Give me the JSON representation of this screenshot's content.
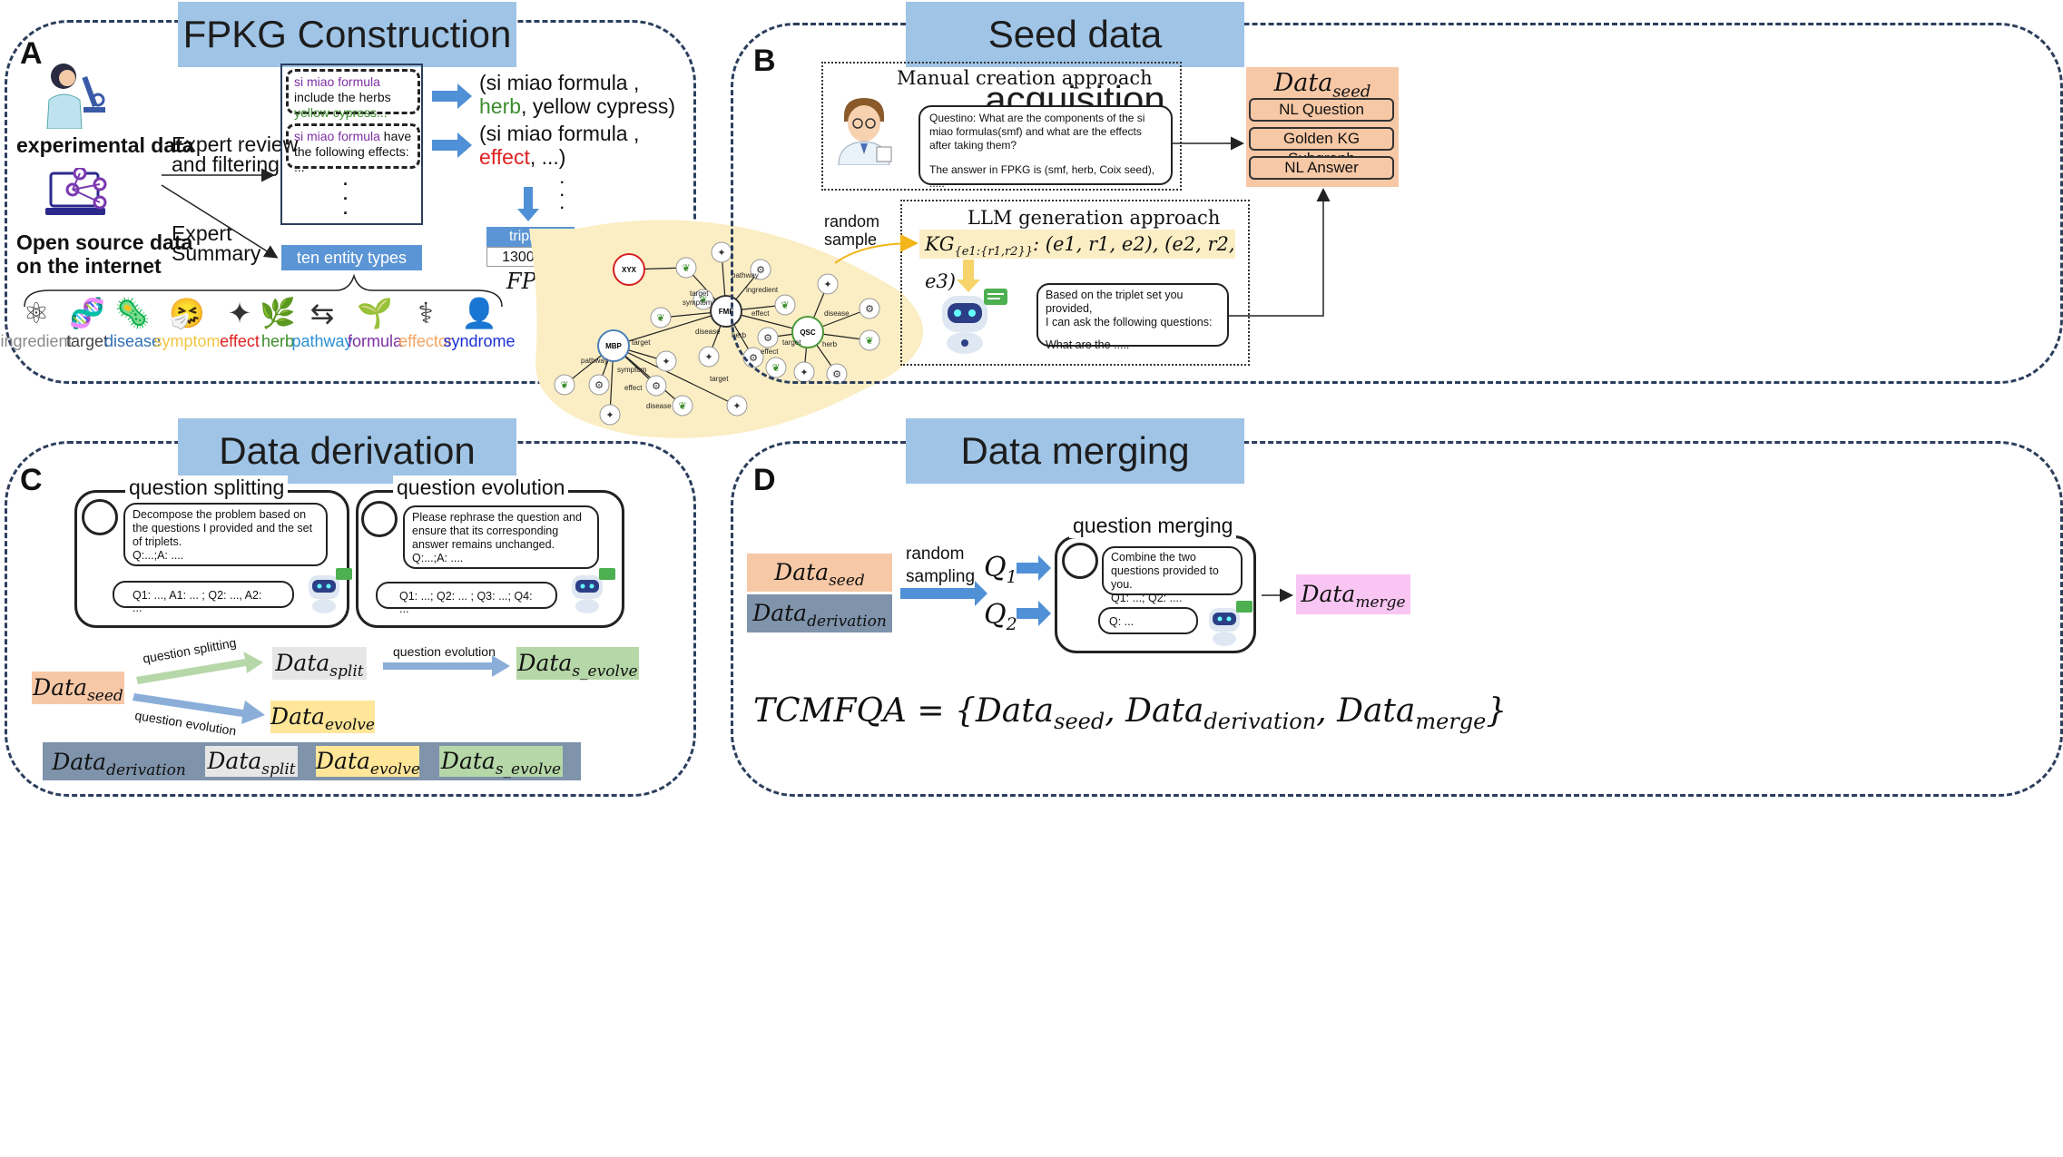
{
  "headers": {
    "a": "FPKG Construction",
    "b": "Seed data acquisition",
    "c": "Data derivation",
    "d": "Data merging"
  },
  "letters": {
    "a": "A",
    "b": "B",
    "c": "C",
    "d": "D"
  },
  "panelA": {
    "experimental_data": "experimental data",
    "open_source_line1": "Open source data",
    "open_source_line2": "on the internet",
    "expert_review_line1": "Expert review",
    "expert_review_line2": "and filtering",
    "expert_summary_line1": "Expert",
    "expert_summary_line2": "Summary",
    "box1_part1": "si miao formula",
    "box1_part2": " include the herbs ",
    "box1_part3": "yellow cypress...",
    "box2_part1": "si miao formula",
    "box2_part2": "  have the following effects: ...",
    "dots": "·\n·\n·",
    "triple1_line1": "(si miao formula ,",
    "triple1_herb": "herb",
    "triple1_rest": ", yellow cypress)",
    "triple2_line1": "(si miao formula ,",
    "triple2_effect": "effect",
    "triple2_rest": ", ...)",
    "ten_entity_types": "ten entity types",
    "triplets_label": "triplets",
    "triplets_count": "130000+",
    "fpkg": "FPKG",
    "entities": [
      {
        "label": "ingredient",
        "color": "#8a8a8a",
        "icon": "⚛"
      },
      {
        "label": "target",
        "color": "#444444",
        "icon": "🧬"
      },
      {
        "label": "disease",
        "color": "#2f6fb5",
        "icon": "🦠"
      },
      {
        "label": "symptom",
        "color": "#f2c744",
        "icon": "🤧"
      },
      {
        "label": "effect",
        "color": "#e02020",
        "icon": "✦"
      },
      {
        "label": "herb",
        "color": "#3c8c2c",
        "icon": "🌿"
      },
      {
        "label": "pathway",
        "color": "#2b8fd6",
        "icon": "⇆"
      },
      {
        "label": "formula",
        "color": "#7d2fa3",
        "icon": "🌱"
      },
      {
        "label": "effector",
        "color": "#f4a460",
        "icon": "⚕"
      },
      {
        "label": "syndrome",
        "color": "#1a2fd6",
        "icon": "👤"
      }
    ]
  },
  "graph": {
    "nodes": [
      {
        "id": "XYX",
        "color": "#d62020"
      },
      {
        "id": "FMF",
        "color": "#333333"
      },
      {
        "id": "MBP",
        "color": "#4a7fb8"
      },
      {
        "id": "QSC",
        "color": "#4a9a3a"
      }
    ],
    "edge_labels": [
      "target",
      "symptom",
      "pathway",
      "ingredient",
      "effect",
      "disease",
      "herb",
      "target",
      "effect",
      "disease",
      "herb",
      "target",
      "pathway",
      "symptom",
      "effect",
      "disease",
      "target"
    ]
  },
  "panelB": {
    "manual_title": "Manual creation approach",
    "manual_q": "Questino: What are the components of the si miao formulas(smf) and what are the effects after taking them?",
    "manual_a": "The answer in FPKG is (smf, herb, Coix seed), .....",
    "random_sample_line1": "random",
    "random_sample_line2": "sample",
    "llm_title": "LLM generation approach",
    "kg_formula": "KG",
    "kg_sub": "{e1:{r1,r2}}",
    "kg_rest": ": (e1, r1, e2), (e2, r2, e3)",
    "llm_bubble_line1": "Based on the triplet set you provided,",
    "llm_bubble_line2": "I can ask the following questions:",
    "llm_bubble_line3": "What are the .....",
    "seed_title": "Data",
    "seed_sub": "seed",
    "seed_items": [
      "NL Question",
      "Golden KG Subgraph",
      "NL Answer"
    ]
  },
  "panelC": {
    "split_title": "question splitting",
    "split_user": "Decompose the problem based on the questions I provided and the set of triplets.",
    "split_user_q": "Q:...;A: ....",
    "split_bot": "Q1: ..., A1: ... ; Q2: ..., A2: ...",
    "evolve_title": "question evolution",
    "evolve_user": "Please rephrase the question and ensure that its corresponding answer remains unchanged.",
    "evolve_user_q": "Q:...;A: ....",
    "evolve_bot": "Q1: ...; Q2: ... ; Q3: ...; Q4: ...",
    "arrow_split": "question splitting",
    "arrow_evolve": "question evolution",
    "arrow_evolve2": "question evolution",
    "data_word": "Data",
    "seed_sub": "seed",
    "split_sub": "split",
    "evolve_sub": "evolve",
    "s_evolve_sub": "s_evolve",
    "derivation_sub": "derivation"
  },
  "panelD": {
    "merge_title": "question merging",
    "random_sampling_line1": "random",
    "random_sampling_line2": "sampling",
    "q1": "Q",
    "q1_sub": "1",
    "q2": "Q",
    "q2_sub": "2",
    "merge_user_line1": "Combine the two",
    "merge_user_line2": "questions provided to you.",
    "merge_user_line3": "Q1: ...; Q2: ....",
    "merge_bot": "Q: ...",
    "data_word": "Data",
    "seed_sub": "seed",
    "derivation_sub": "derivation",
    "merge_sub": "merge",
    "final_lhs": "TCMFQA = {",
    "final_close": "}"
  },
  "colors": {
    "header_bg": "#9fc4e6",
    "seed_bg": "#f7c8a6",
    "derivation_bg": "#7f93ab",
    "split_bg": "#e6e6e6",
    "evolve_bg": "#ffe699",
    "s_evolve_bg": "#b6d7a8",
    "merge_bg": "#f9c6f3",
    "arrow_blue": "#4f90d6",
    "graph_bg": "#fbeec4"
  }
}
